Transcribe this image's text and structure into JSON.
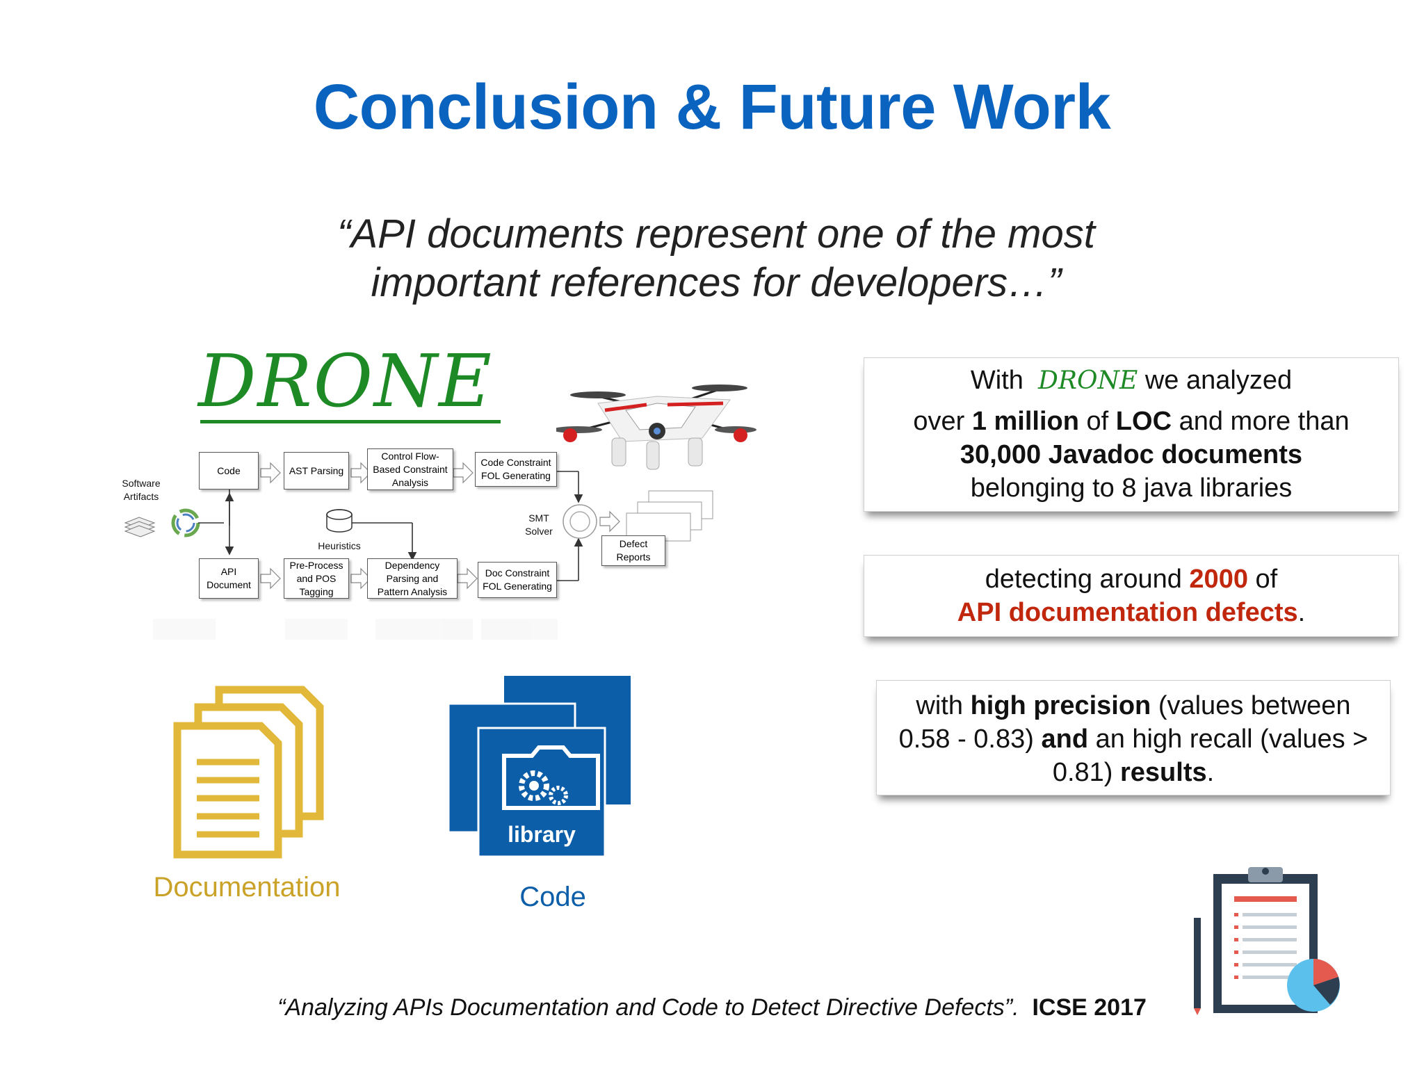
{
  "slide": {
    "title": "Conclusion & Future Work",
    "quote_line1": "“API documents represent one of the most",
    "quote_line2": "important references for developers…”",
    "drone_logo": "DRONE"
  },
  "flow": {
    "software_artifacts": [
      "Software",
      "Artifacts"
    ],
    "code": "Code",
    "ast_parsing": "AST Parsing",
    "control_flow": [
      "Control Flow-",
      "Based Constraint",
      "Analysis"
    ],
    "code_constraint": [
      "Code Constraint",
      "FOL Generating"
    ],
    "heuristics": "Heuristics",
    "smt_solver": [
      "SMT",
      "Solver"
    ],
    "defect_reports": [
      "Defect",
      "Reports"
    ],
    "api_document": [
      "API",
      "Document"
    ],
    "preprocess": [
      "Pre-Process",
      "and POS",
      "Tagging"
    ],
    "dependency": [
      "Dependency",
      "Parsing and",
      "Pattern Analysis"
    ],
    "doc_constraint": [
      "Doc Constraint",
      "FOL Generating"
    ]
  },
  "box1": {
    "with": "With",
    "drone": "DRONE",
    "analyzed": "we analyzed",
    "over": "over",
    "million": "1 million",
    "of": "of",
    "loc": "LOC",
    "more_than": "and more than",
    "javadoc": "30,000 Javadoc documents",
    "belonging": "belonging to 8 java libraries"
  },
  "box2": {
    "detecting": "detecting around",
    "count": "2000",
    "of": "of",
    "defects": "API documentation defects",
    "period": "."
  },
  "box3": {
    "with": "with",
    "high_precision": "high precision",
    "values_between": "(values between",
    "range": "0.58 - 0.83)",
    "and": "and",
    "high_recall": "an high recall (values >",
    "recall_val": "0.81)",
    "results": "results",
    "period": "."
  },
  "icons": {
    "documentation_label": "Documentation",
    "code_label": "Code",
    "library_label": "library"
  },
  "reference": {
    "paper": "“Analyzing APIs Documentation  and Code to Detect Directive Defects”.",
    "venue": "ICSE 2017"
  },
  "colors": {
    "title_blue": "#0a63be",
    "drone_green": "#1e8a25",
    "defect_red": "#c0270d",
    "doc_gold": "#e2b83a",
    "code_blue": "#0d5ea8"
  }
}
